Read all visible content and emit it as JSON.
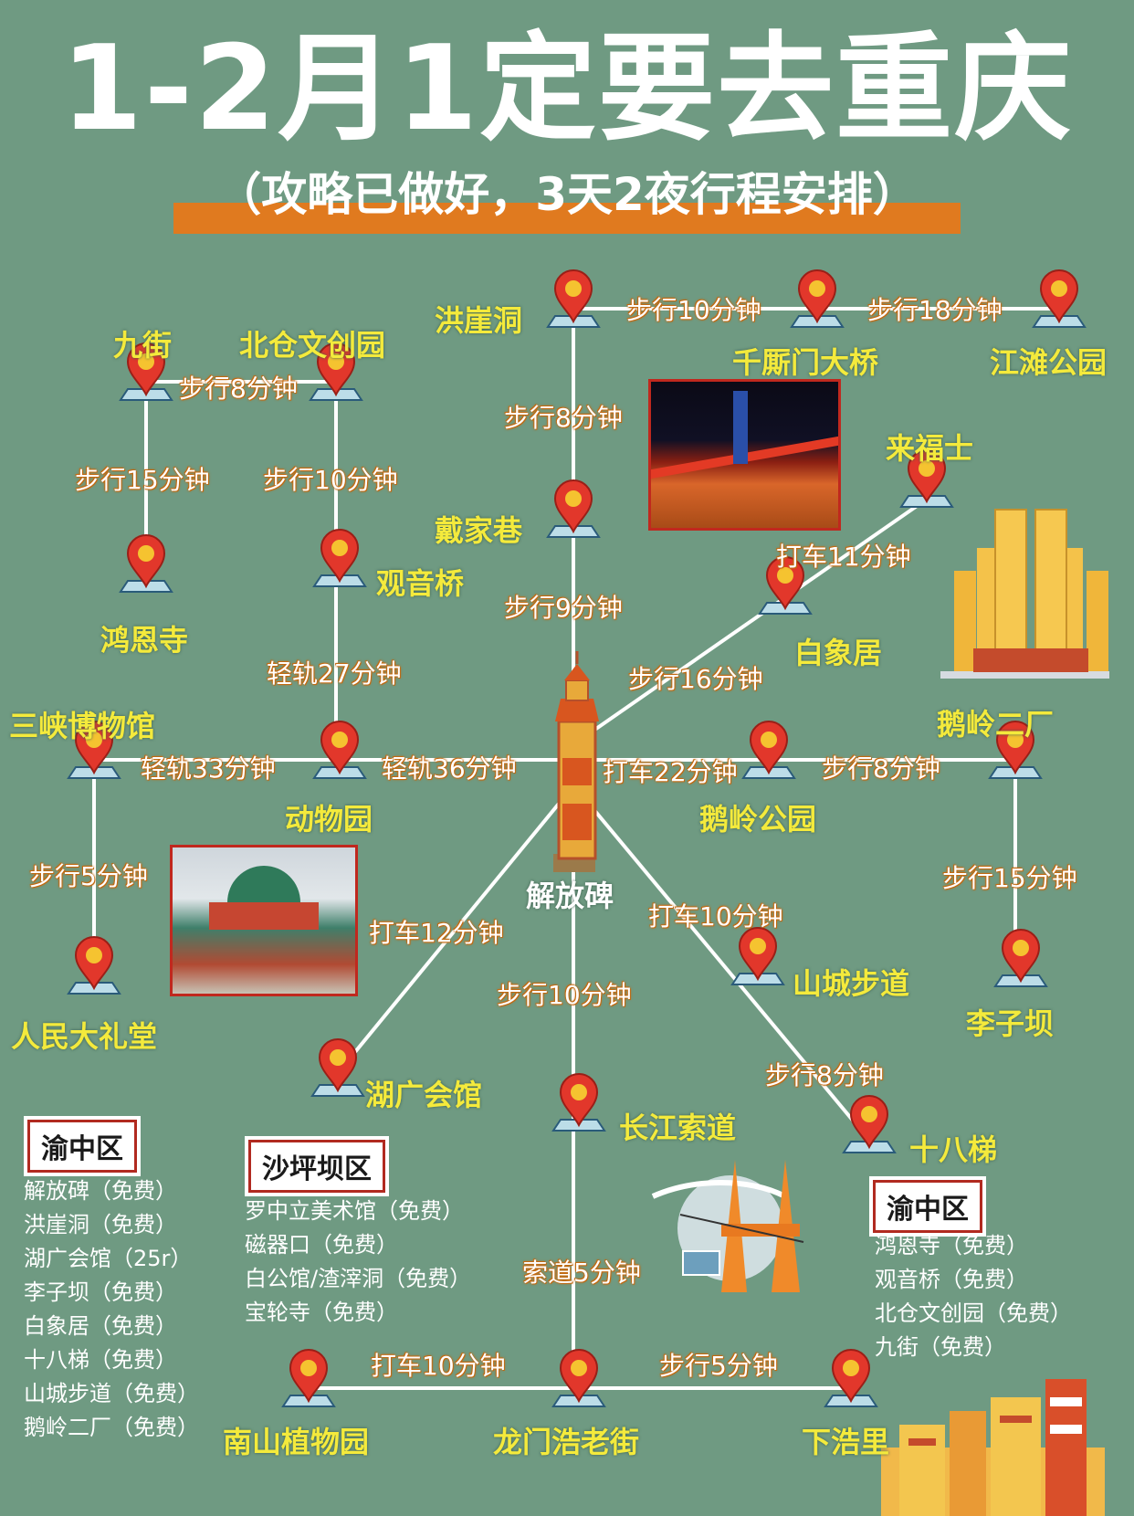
{
  "title": "1-2月1定要去重庆",
  "subtitle": "（攻略已做好，3天2夜行程安排）",
  "colors": {
    "background": "#6f9a82",
    "place_name": "#f4ea3c",
    "route_label_glow": "#e78a23",
    "band": "#e07a1f",
    "pin": "#e2372b"
  },
  "center": {
    "name": "解放碑"
  },
  "places": {
    "hongyadong": "洪崖洞",
    "qiansimen": "千厮门大桥",
    "jiangtan": "江滩公园",
    "jiujie": "九街",
    "beicang": "北仓文创园",
    "hongensi": "鸿恩寺",
    "guanyinqiao": "观音桥",
    "daijiaxiang": "戴家巷",
    "laifushi": "来福士",
    "baixiangju": "白象居",
    "sanxia": "三峡博物馆",
    "dongwuyuan": "动物园",
    "eling2": "鹅岭二厂",
    "elingpark": "鹅岭公园",
    "renmin": "人民大礼堂",
    "shancheng": "山城步道",
    "liziba": "李子坝",
    "huguang": "湖广会馆",
    "changjiang": "长江索道",
    "shibati": "十八梯",
    "nanshan": "南山植物园",
    "longmen": "龙门浩老街",
    "xiahaoli": "下浩里"
  },
  "routes": {
    "hong_qian": "步行10分钟",
    "qian_jiang": "步行18分钟",
    "jiu_bei": "步行8分钟",
    "jiu_hongen": "步行15分钟",
    "bei_guan": "步行10分钟",
    "hong_dai": "步行8分钟",
    "dai_jie": "步行9分钟",
    "lai_bai": "打车11分钟",
    "bai_jie": "步行16分钟",
    "guan_dong": "轻轨27分钟",
    "san_dong": "轻轨33分钟",
    "dong_jie": "轻轨36分钟",
    "jie_elingpark": "打车22分钟",
    "elingpark_eling2": "步行8分钟",
    "san_renmin": "步行5分钟",
    "eling2_liziba": "步行15分钟",
    "jie_huguang": "打车12分钟",
    "jie_shancheng": "打车10分钟",
    "jie_changjiang": "步行10分钟",
    "shancheng_shibati": "步行8分钟",
    "changjiang_longmen": "索道5分钟",
    "nanshan_longmen": "打车10分钟",
    "longmen_xiahaoli": "步行5分钟"
  },
  "legend_left": {
    "district": "渝中区",
    "items": [
      "解放碑（免费）",
      "洪崖洞（免费）",
      "湖广会馆（25r）",
      "李子坝（免费）",
      "白象居（免费）",
      "十八梯（免费）",
      "山城步道（免费）",
      "鹅岭二厂（免费）"
    ]
  },
  "legend_middle": {
    "district": "沙坪坝区",
    "items": [
      "罗中立美术馆（免费）",
      "磁器口（免费）",
      "白公馆/渣滓洞（免费）",
      "宝轮寺（免费）"
    ]
  },
  "legend_right": {
    "district": "渝中区",
    "items": [
      "鸿恩寺（免费）",
      "观音桥（免费）",
      "北仓文创园（免费）",
      "九街（免费）"
    ]
  }
}
